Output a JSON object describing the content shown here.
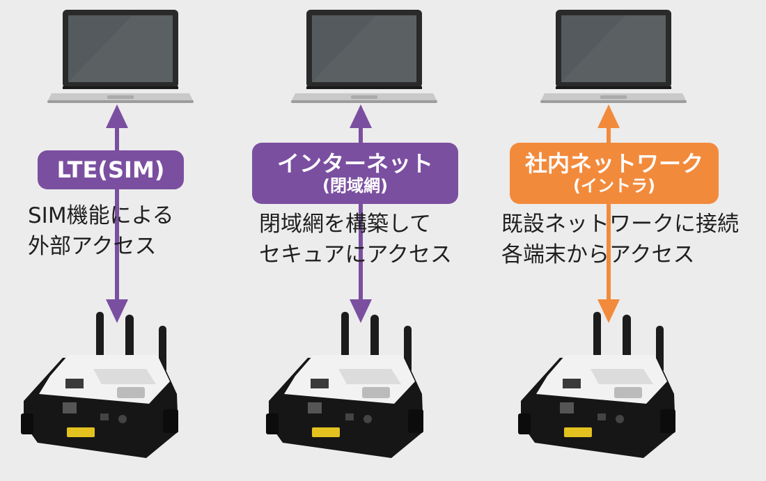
{
  "colors": {
    "purple": "#7b4fa0",
    "orange": "#f28a3c",
    "background": "#ececec",
    "text": "#1f1f1f"
  },
  "columns": [
    {
      "id": "lte",
      "accent": "purple",
      "badge_main": "LTE(SIM)",
      "badge_sub": "",
      "desc_line1": "SIM機能による",
      "desc_line2": "外部アクセス",
      "icons": [
        "laptop-icon",
        "router-icon",
        "bidirectional-arrow-icon"
      ]
    },
    {
      "id": "internet",
      "accent": "purple",
      "badge_main": "インターネット",
      "badge_sub": "(閉域網)",
      "desc_line1": "閉域網を構築して",
      "desc_line2": "セキュアにアクセス",
      "icons": [
        "laptop-icon",
        "router-icon",
        "bidirectional-arrow-icon"
      ]
    },
    {
      "id": "intranet",
      "accent": "orange",
      "badge_main": "社内ネットワーク",
      "badge_sub": "(イントラ)",
      "desc_line1": "既設ネットワークに接続",
      "desc_line2": "各端末からアクセス",
      "icons": [
        "laptop-icon",
        "router-icon",
        "bidirectional-arrow-icon"
      ]
    }
  ]
}
